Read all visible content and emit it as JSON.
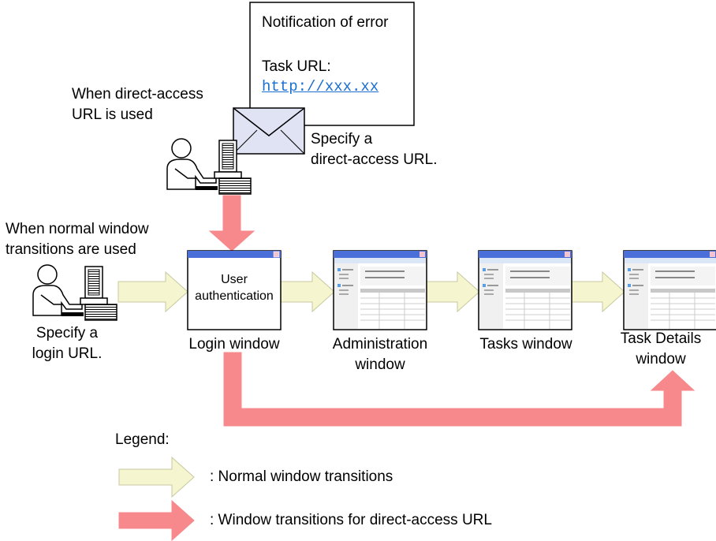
{
  "notification": {
    "title": "Notification of error",
    "task_url_label": "Task URL:",
    "task_url": "http://xxx.xx"
  },
  "direct_access": {
    "heading": "When direct-access URL is used",
    "heading_line1": "When direct-access",
    "heading_line2": "URL is used",
    "instruction_line1": "Specify a",
    "instruction_line2": "direct-access URL."
  },
  "normal": {
    "heading_line1": "When normal window",
    "heading_line2": "transitions are used",
    "instruction_line1": "Specify a",
    "instruction_line2": "login URL."
  },
  "windows": [
    {
      "id": "login",
      "caption": "Login window",
      "content_line1": "User",
      "content_line2": "authentication"
    },
    {
      "id": "administration",
      "caption_line1": "Administration",
      "caption_line2": "window"
    },
    {
      "id": "tasks",
      "caption": "Tasks window"
    },
    {
      "id": "task-details",
      "caption_line1": "Task Details",
      "caption_line2": "window"
    }
  ],
  "legend": {
    "title": "Legend:",
    "items": [
      {
        "label": ": Normal window transitions",
        "color": "#f5f5d0"
      },
      {
        "label": ": Window transitions for direct-access URL",
        "color": "#f7888c"
      }
    ]
  },
  "colors": {
    "normal_arrow_fill": "#f5f5d0",
    "normal_arrow_stroke": "#c8c8a0",
    "direct_arrow_fill": "#f7888c",
    "window_titlebar": "#4a6fd8",
    "url_link": "#1a6fd0"
  },
  "icons": [
    "envelope-icon",
    "user-at-computer-icon"
  ]
}
